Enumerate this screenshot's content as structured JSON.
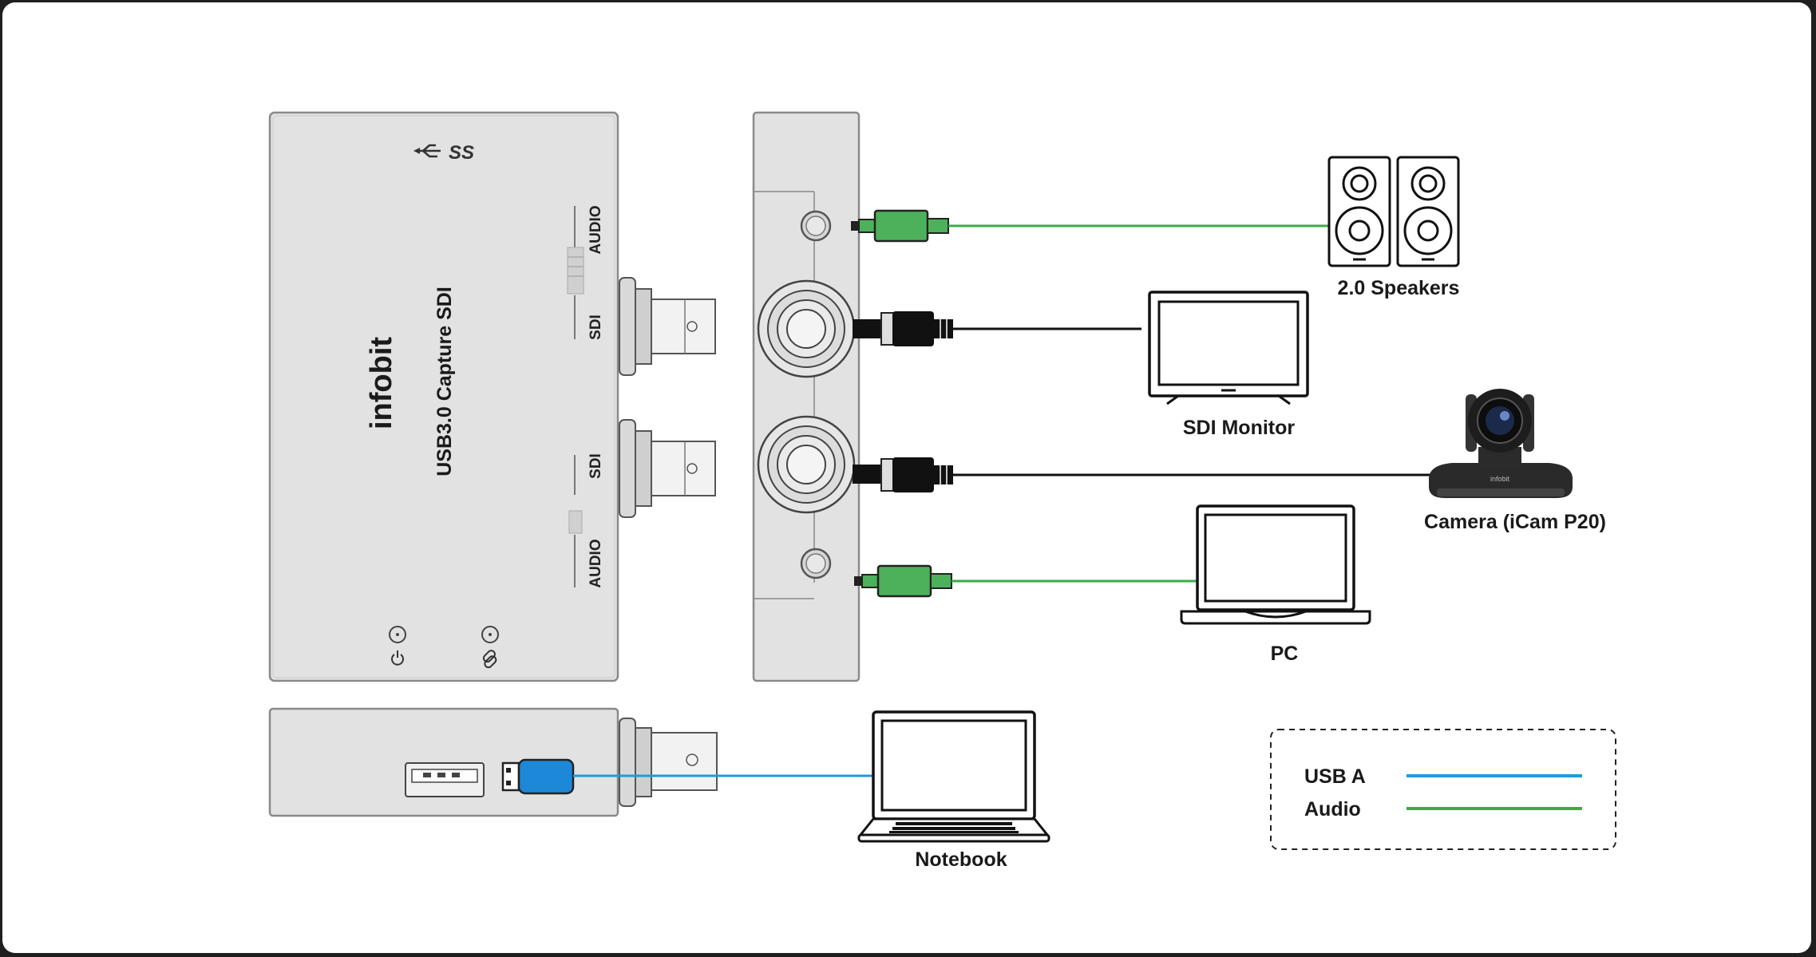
{
  "device": {
    "brand": "infobit",
    "model": "USB3.0 Capture SDI",
    "usb_logo": "SS",
    "port_labels": {
      "audio_top": "AUDIO",
      "sdi_top": "SDI",
      "sdi_bottom": "SDI",
      "audio_bottom": "AUDIO"
    },
    "indicators": [
      "power-icon",
      "link-icon"
    ]
  },
  "devices": {
    "speakers": "2.0 Speakers",
    "sdi_monitor": "SDI Monitor",
    "camera": "Camera (iCam P20)",
    "pc": "PC",
    "notebook": "Notebook"
  },
  "legend": {
    "usb": {
      "label": "USB A",
      "color": "#1e9be0"
    },
    "audio": {
      "label": "Audio",
      "color": "#3bab4a"
    }
  },
  "colors": {
    "device_body": "#e2e2e2",
    "device_outline": "#8a8a8a",
    "audio_plug": "#4cb15a",
    "usb_plug": "#1e88d8"
  }
}
